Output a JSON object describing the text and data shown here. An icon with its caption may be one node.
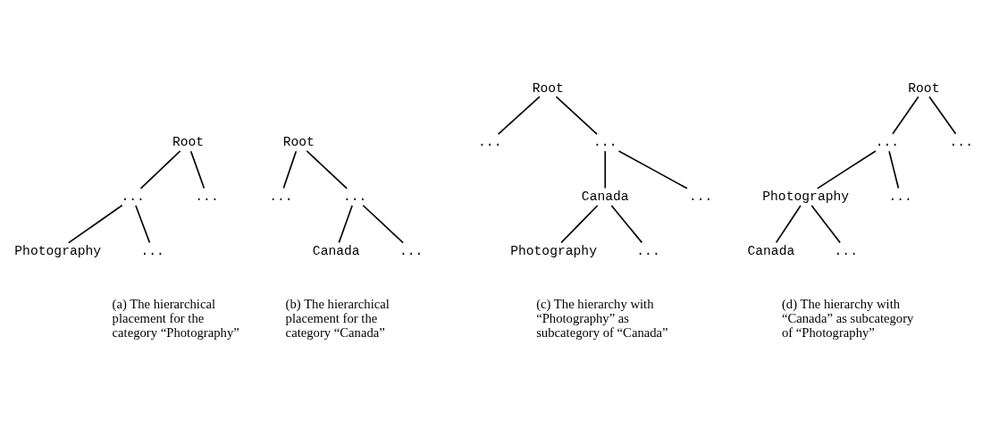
{
  "diagram": {
    "nodes": [
      {
        "text": [
          "Root"
        ]
      },
      {
        "text": [
          "..."
        ]
      },
      {
        "text": [
          "..."
        ]
      },
      {
        "text": [
          "Photography"
        ]
      },
      {
        "text": [
          "..."
        ]
      },
      {
        "text": [
          "Root"
        ]
      },
      {
        "text": [
          "..."
        ]
      },
      {
        "text": [
          "..."
        ]
      },
      {
        "text": [
          "Canada"
        ]
      },
      {
        "text": [
          "..."
        ]
      },
      {
        "text": [
          "Root"
        ]
      },
      {
        "text": [
          "..."
        ]
      },
      {
        "text": [
          "..."
        ]
      },
      {
        "text": [
          "Canada"
        ]
      },
      {
        "text": [
          "..."
        ]
      },
      {
        "text": [
          "Photography"
        ]
      },
      {
        "text": [
          "..."
        ]
      },
      {
        "text": [
          "Root"
        ]
      },
      {
        "text": [
          "..."
        ]
      },
      {
        "text": [
          "..."
        ]
      },
      {
        "text": [
          "Photography"
        ]
      },
      {
        "text": [
          "..."
        ]
      },
      {
        "text": [
          "Canada"
        ]
      },
      {
        "text": [
          "..."
        ]
      }
    ],
    "edges": [
      {
        "from": 0,
        "to": 1,
        "arrow": "none"
      },
      {
        "from": 0,
        "to": 2,
        "arrow": "none"
      },
      {
        "from": 1,
        "to": 3,
        "arrow": "none"
      },
      {
        "from": 1,
        "to": 4,
        "arrow": "none"
      },
      {
        "from": 5,
        "to": 6,
        "arrow": "none"
      },
      {
        "from": 5,
        "to": 7,
        "arrow": "none"
      },
      {
        "from": 7,
        "to": 8,
        "arrow": "none"
      },
      {
        "from": 7,
        "to": 9,
        "arrow": "none"
      },
      {
        "from": 10,
        "to": 11,
        "arrow": "none"
      },
      {
        "from": 10,
        "to": 12,
        "arrow": "none"
      },
      {
        "from": 12,
        "to": 13,
        "arrow": "none"
      },
      {
        "from": 12,
        "to": 14,
        "arrow": "none"
      },
      {
        "from": 13,
        "to": 15,
        "arrow": "none"
      },
      {
        "from": 13,
        "to": 16,
        "arrow": "none"
      },
      {
        "from": 17,
        "to": 18,
        "arrow": "none"
      },
      {
        "from": 17,
        "to": 19,
        "arrow": "none"
      },
      {
        "from": 18,
        "to": 20,
        "arrow": "none"
      },
      {
        "from": 18,
        "to": 21,
        "arrow": "none"
      },
      {
        "from": 20,
        "to": 22,
        "arrow": "none"
      },
      {
        "from": 20,
        "to": 23,
        "arrow": "none"
      }
    ],
    "labels": [
      "(a) The hierarchical placement for the category “Photography”",
      "(b) The hierarchical placement for the category “Canada”",
      "(c) The hierarchy with “Photography” as subcategory of “Canada”",
      "(d) The hierarchy with “Canada” as subcategory of “Photography”"
    ]
  }
}
